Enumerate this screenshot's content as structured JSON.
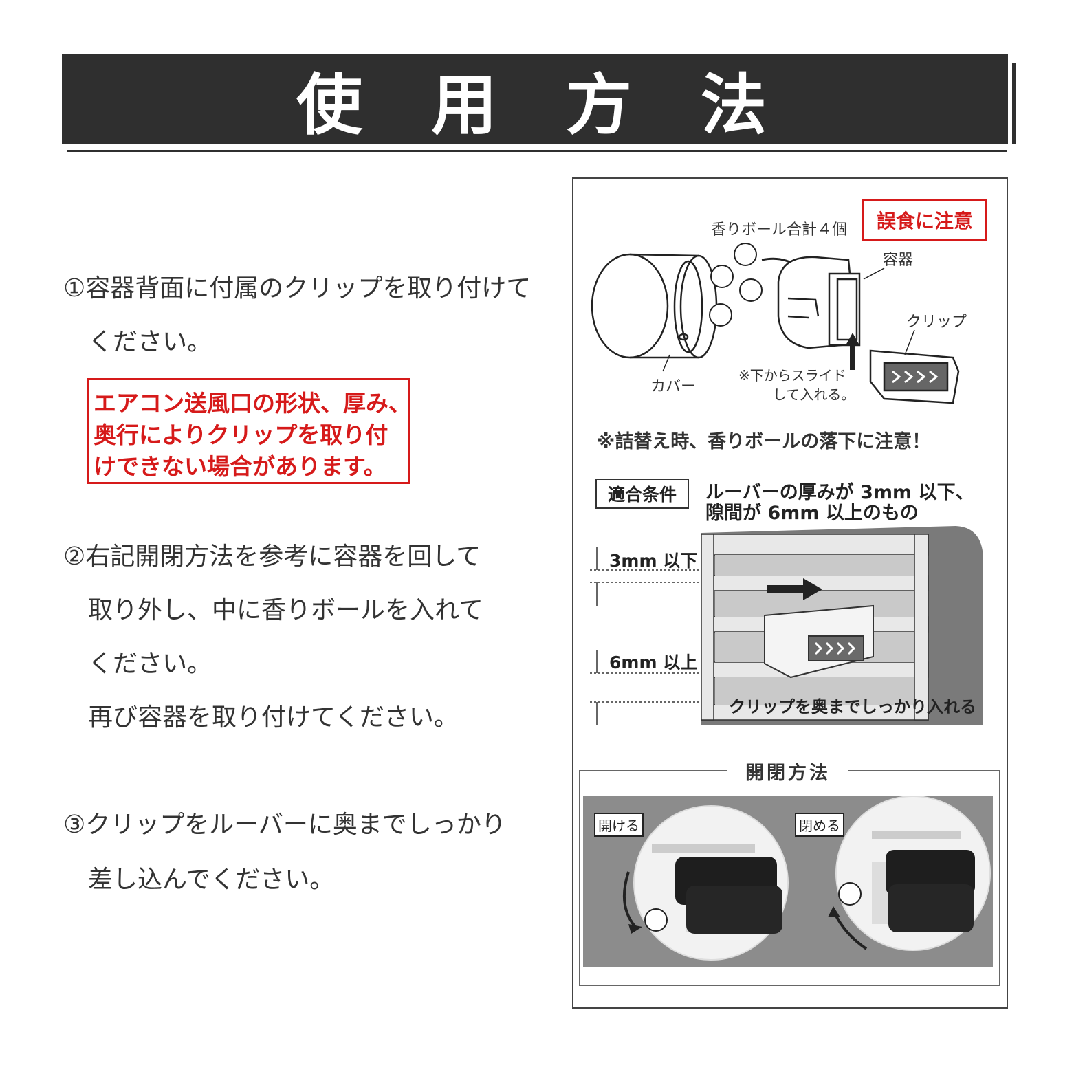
{
  "header": {
    "title_chars": [
      "使",
      "用",
      "方",
      "法"
    ]
  },
  "steps": {
    "step1": [
      "①容器背面に付属のクリップを取り付けて",
      "ください。"
    ],
    "warning": [
      "エアコン送風口の形状、厚み、",
      "奥行によりクリップを取り付",
      "けできない場合があります。"
    ],
    "step2": [
      "②右記開閉方法を参考に容器を回して",
      "取り外し、中に香りボールを入れて",
      "ください。",
      "再び容器を取り付けてください。"
    ],
    "step3": [
      "③クリップをルーバーに奥までしっかり",
      "差し込んでください。"
    ]
  },
  "diagram": {
    "badge": "誤食に注意",
    "balls_label": "香りボール合計４個",
    "container_label": "容器",
    "clip_label": "クリップ",
    "cover_label": "カバー",
    "slide_note": [
      "※下からスライド",
      "して入れる。"
    ],
    "caution": "※詰替え時、香りボールの落下に注意！",
    "condition_tag": "適合条件",
    "condition_text": [
      "ルーバーの厚みが 3mm 以下、",
      "隙間が 6mm 以上のもの"
    ],
    "dim_thickness": "3mm 以下",
    "dim_gap": "6mm 以上",
    "clip_push": "クリップを奥までしっかり入れる",
    "open_close_title": "開閉方法",
    "open_tag": "開ける",
    "close_tag": "閉める"
  },
  "colors": {
    "header_bg": "#2f2f2f",
    "warning_red": "#d61a1a",
    "panel_gray": "#8c8c8c"
  }
}
